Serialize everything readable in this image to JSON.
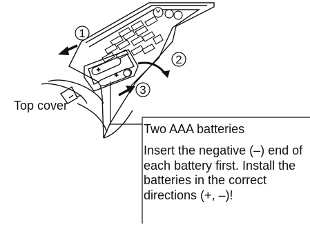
{
  "steps": [
    "1",
    "2",
    "3"
  ],
  "labels": {
    "top_cover": "Top cover"
  },
  "callout": {
    "title": "Two AAA batteries",
    "body": "Insert the negative (–) end of each battery first. Install the batteries in the correct directions (+, –)!"
  },
  "battery_marks": {
    "plus": "+",
    "minus": "–"
  },
  "colors": {
    "line": "#111111",
    "fill": "#ffffff",
    "button": "#ffffff"
  }
}
